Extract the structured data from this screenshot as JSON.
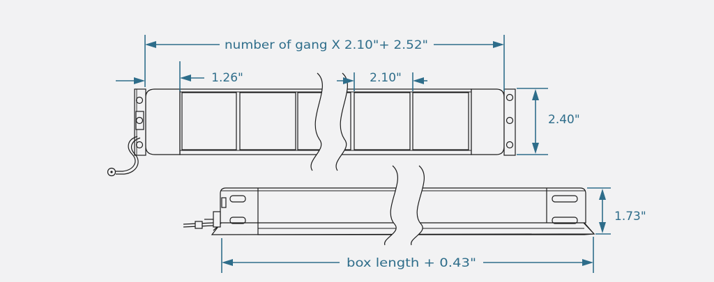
{
  "dimensions": {
    "overall_width": "number of gang X 2.10\"+ 2.52\"",
    "end_offset": "1.26\"",
    "gang_pitch": "2.10\"",
    "box_height": "2.40\"",
    "profile_height": "1.73\"",
    "bottom_length": "box length + 0.43\""
  },
  "colors": {
    "dimension": "#2e6d8a",
    "ink": "#1c1c1c",
    "background": "#f2f2f3"
  }
}
